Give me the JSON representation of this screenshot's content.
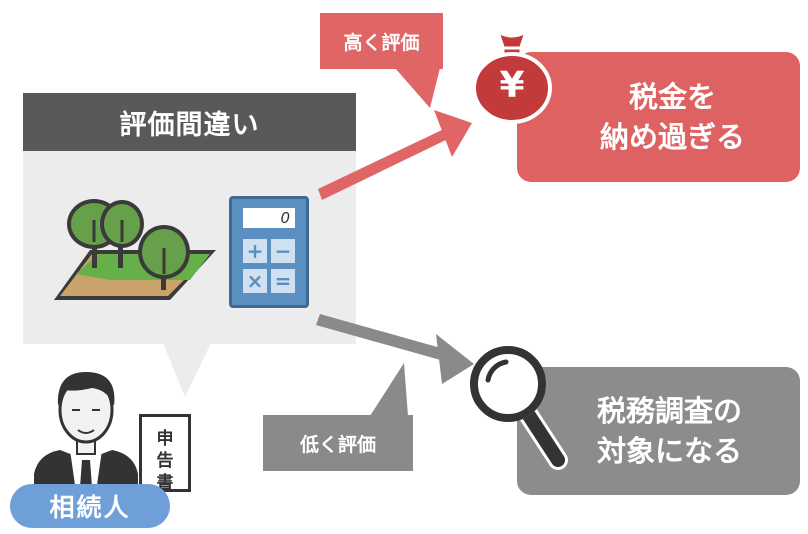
{
  "panel": {
    "title": "評価間違い"
  },
  "calculator": {
    "display": "0",
    "keys": [
      "+",
      "−",
      "×",
      "="
    ]
  },
  "callouts": {
    "high": "高く評価",
    "low": "低く評価"
  },
  "results": {
    "overpay": {
      "line1": "税金を",
      "line2": "納め過ぎる"
    },
    "audit": {
      "line1": "税務調査の",
      "line2": "対象になる"
    }
  },
  "money_bag": {
    "symbol": "¥"
  },
  "document": {
    "chars": [
      "申",
      "告",
      "書"
    ]
  },
  "person": {
    "label": "相続人"
  },
  "colors": {
    "red": "#e06666",
    "gray": "#8a8a8a",
    "dark": "#595959",
    "panel": "#ececec",
    "blue": "#6f9fd8",
    "calc": "#5b8fbf"
  }
}
